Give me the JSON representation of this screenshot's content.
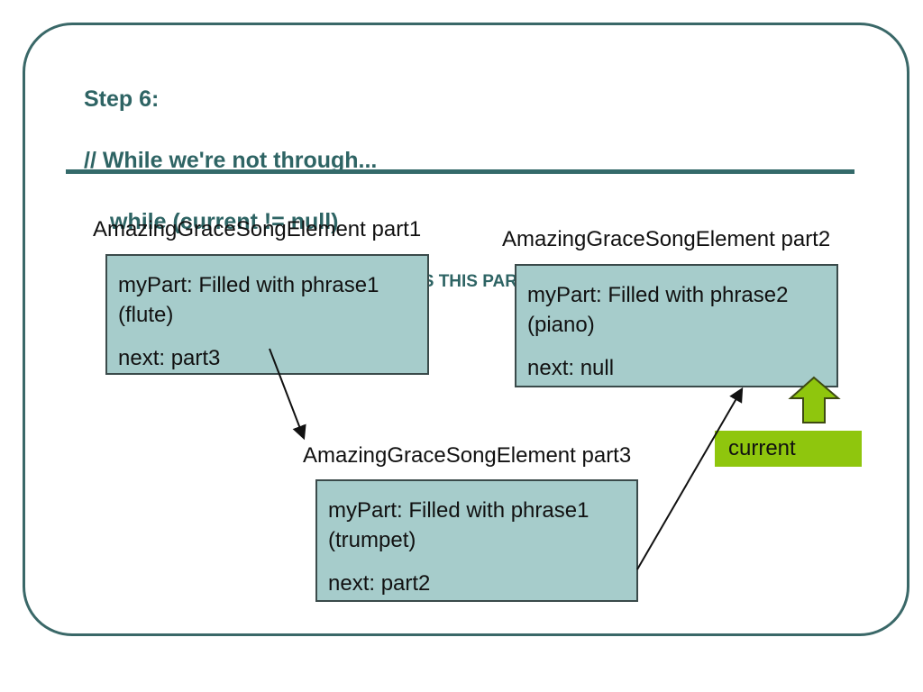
{
  "title": {
    "line1": "Step 6:",
    "line2": "// While we're not through...",
    "line3": "while (current != null)",
    "line4": "{  //BLAH BLAH BLAH – PROCESS THIS PART"
  },
  "nodes": [
    {
      "label": "AmazingGraceSongElement part1",
      "mypart_line1": "myPart: Filled with phrase1",
      "mypart_line2": "(flute)",
      "next": "next: part3"
    },
    {
      "label": "AmazingGraceSongElement part2",
      "mypart_line1": "myPart: Filled with phrase2",
      "mypart_line2": "(piano)",
      "next": "next: null"
    },
    {
      "label": "AmazingGraceSongElement part3",
      "mypart_line1": "myPart: Filled with phrase1",
      "mypart_line2": "(trumpet)",
      "next": "next: part2"
    }
  ],
  "pointer": {
    "label": "current"
  },
  "colors": {
    "teal_border": "#3A6868",
    "title_text": "#2E6464",
    "divider": "#346A6A",
    "box_fill": "#A6CCCB",
    "box_border": "#3A4A4A",
    "green": "#8FC60D",
    "green_outline": "#3E4A12",
    "arrow_black": "#111111",
    "text": "#111111",
    "background": "#FFFFFF"
  }
}
